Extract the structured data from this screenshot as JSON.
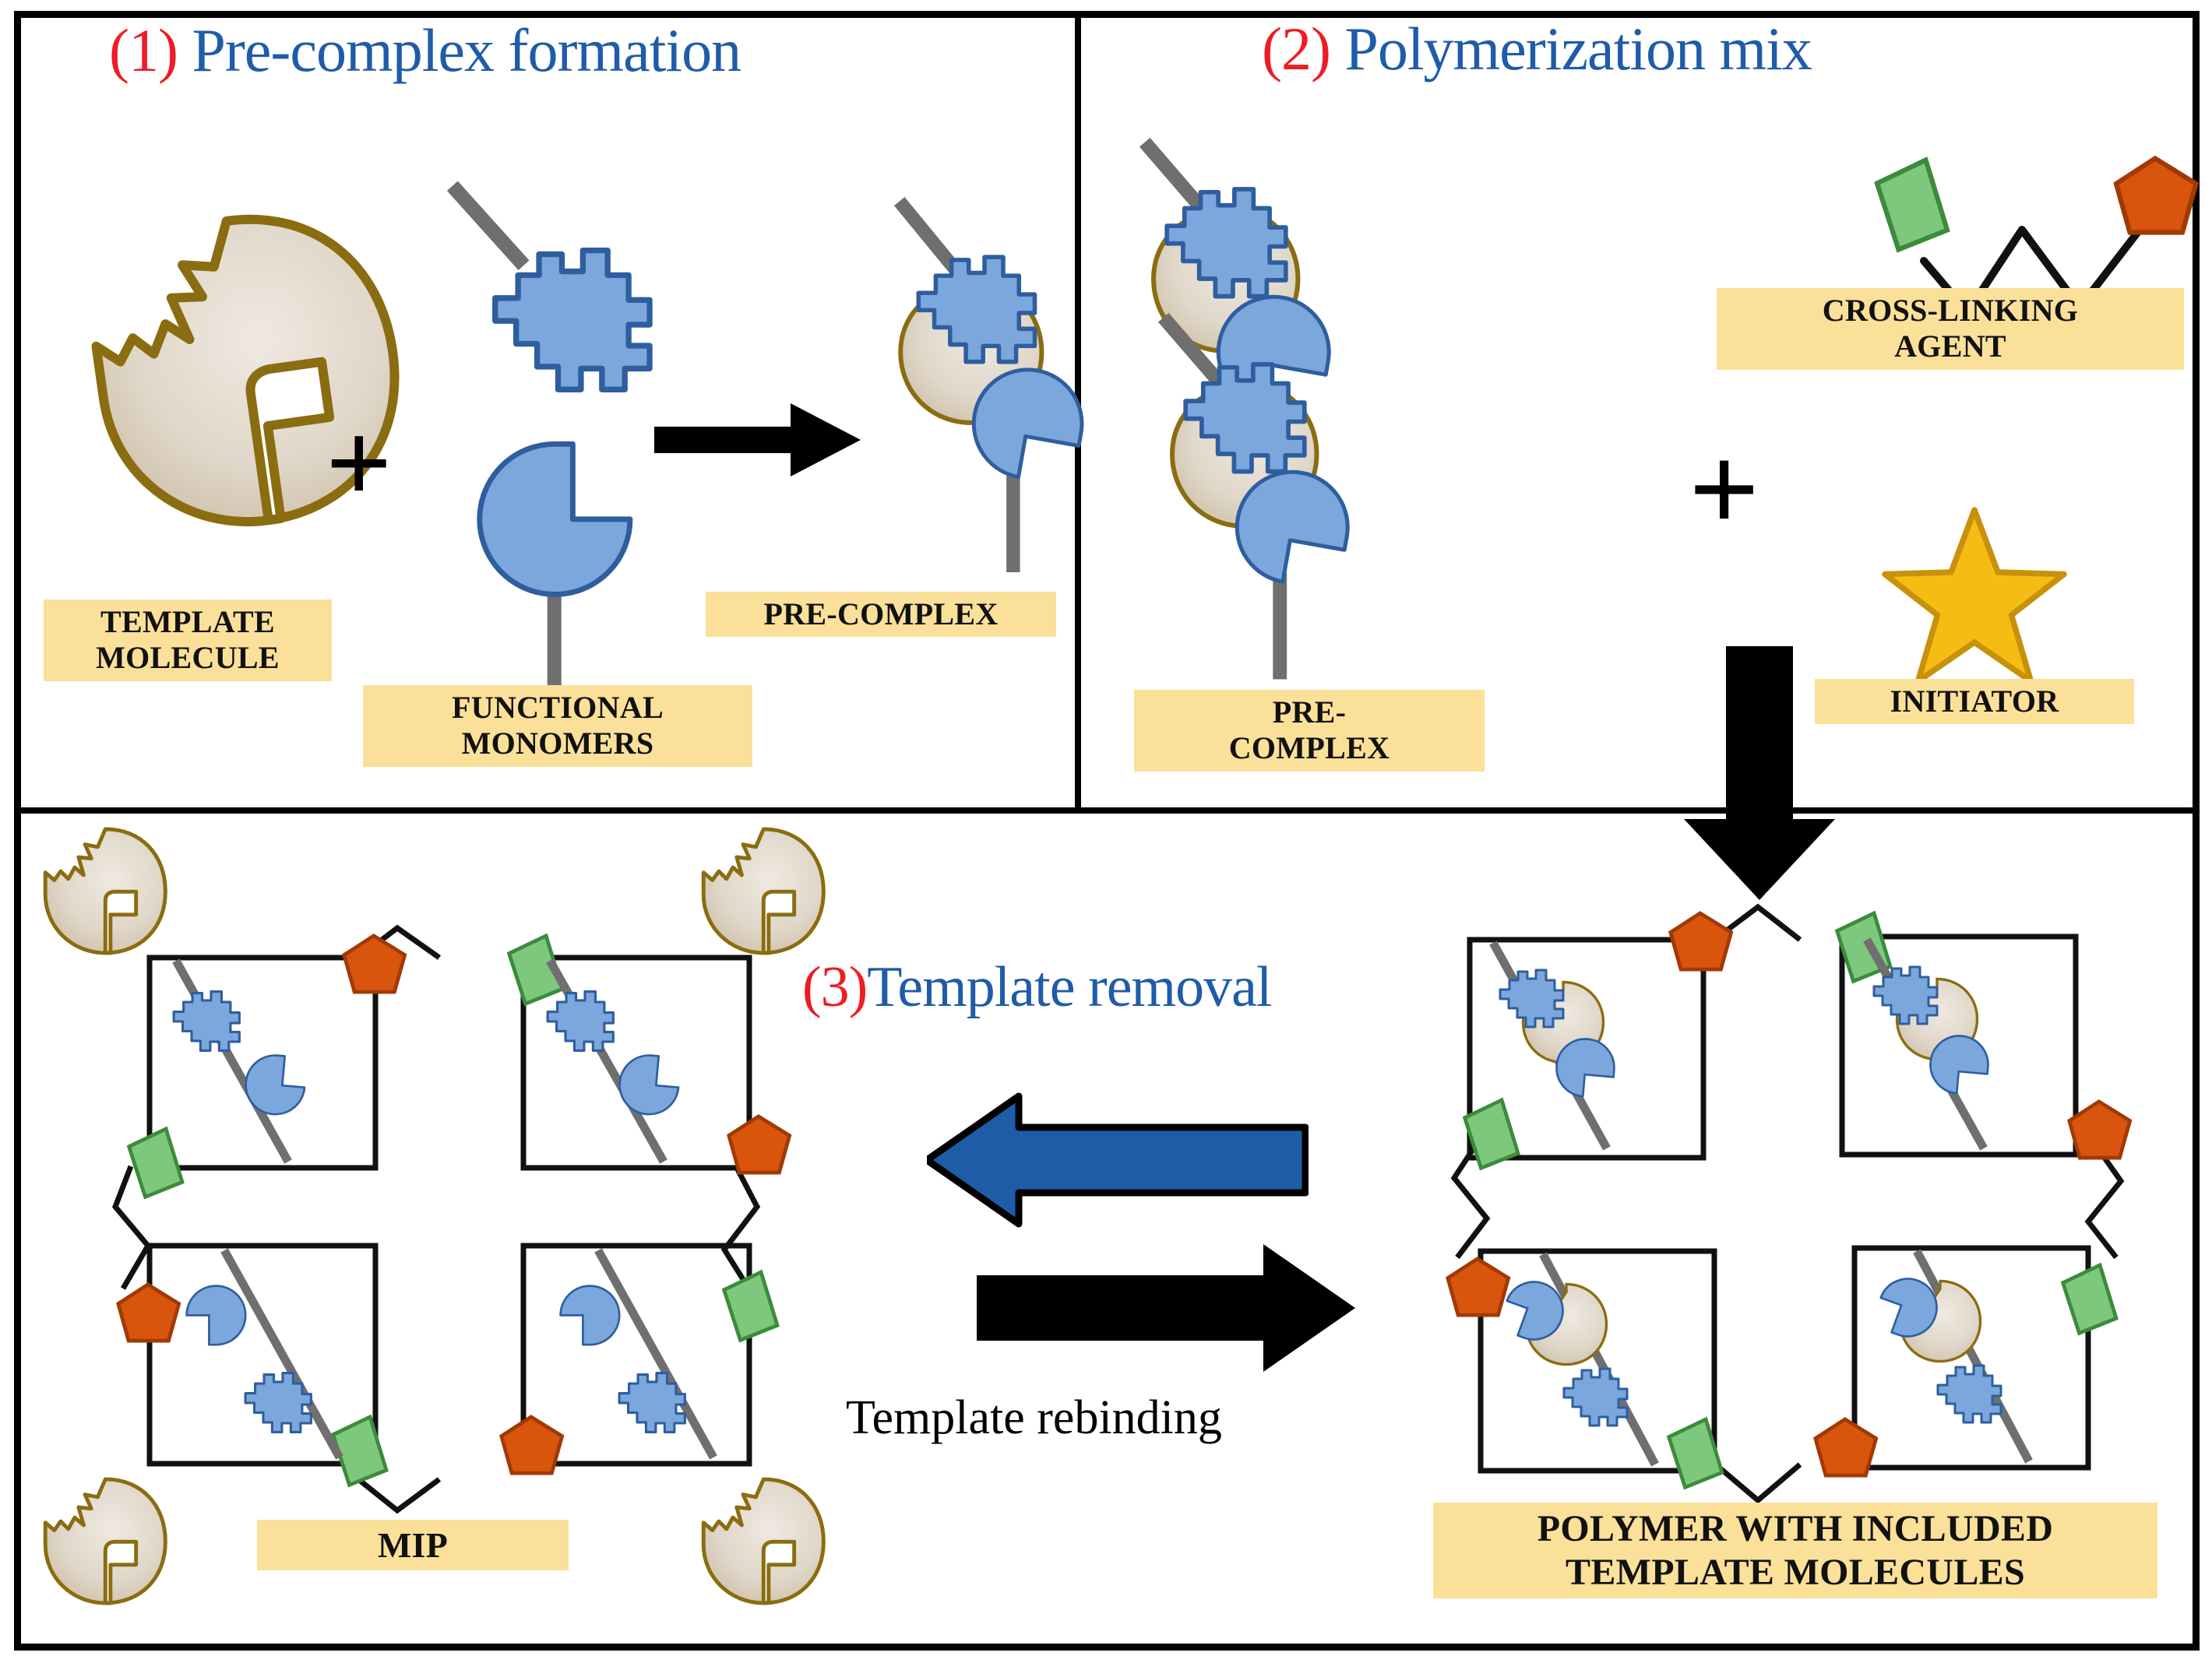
{
  "figure": {
    "kind": "molecularly-imprinted-polymer-synthesis-scheme"
  },
  "panels": {
    "panel1": {
      "number": "(1)",
      "title": " Pre-complex formation",
      "labels": {
        "template_molecule": "TEMPLATE\nMOLECULE",
        "functional_monomers": "FUNCTIONAL\nMONOMERS",
        "pre_complex": "PRE-COMPLEX"
      },
      "plus": "+"
    },
    "panel2": {
      "number": "(2)",
      "title": " Polymerization mix",
      "labels": {
        "pre_complex": "PRE-\nCOMPLEX",
        "cross_linking_agent": "CROSS-LINKING\nAGENT",
        "initiator": "INITIATOR"
      },
      "plus": "+"
    },
    "panel3": {
      "number": "(3)",
      "title": "Template removal",
      "labels": {
        "mip": "MIP",
        "polymer_with_template": "POLYMER WITH INCLUDED\nTEMPLATE MOLECULES",
        "template_rebinding": "Template rebinding"
      }
    }
  },
  "colors": {
    "title_blue": "#1F5CA8",
    "number_red": "#ED1C24",
    "highlight_yellow": "#FBE09A",
    "template_fill": "#DED4C6",
    "template_stroke": "#8A6D10",
    "monomer_blue": "#7BA7DC",
    "monomer_blue_stroke": "#2E5E9E",
    "crosslink_green": "#7DC87D",
    "crosslink_green_stroke": "#3C8B3C",
    "crosslink_orange": "#D9540D",
    "crosslink_orange_stroke": "#A03A05",
    "initiator_star": "#F5BD14",
    "initiator_star_stroke": "#C8910A",
    "stem_gray": "#706F6F",
    "arrow_black": "#000000",
    "arrow_blue": "#1F5CA8"
  },
  "icons": {
    "template_molecule": "template-molecule-icon",
    "monomer_cross": "cross-monomer-icon",
    "monomer_pac": "pacman-monomer-icon",
    "crosslinker": "cross-linking-agent-icon",
    "initiator": "star-initiator-icon",
    "arrow_right": "arrow-right-icon",
    "arrow_left": "arrow-left-icon",
    "arrow_down": "arrow-down-icon",
    "plus": "plus-icon"
  }
}
